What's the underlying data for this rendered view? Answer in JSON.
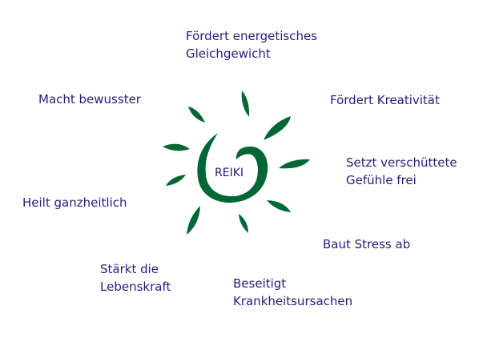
{
  "center": {
    "label": "REIKI"
  },
  "colors": {
    "symbol": "#006633",
    "text": "#2e1a7a"
  },
  "benefits": [
    {
      "id": "energy",
      "lines": [
        "Fördert energetisches",
        "Gleichgewicht"
      ]
    },
    {
      "id": "awareness",
      "lines": [
        "Macht bewusster"
      ]
    },
    {
      "id": "creativity",
      "lines": [
        "Fördert Kreativität"
      ]
    },
    {
      "id": "feelings",
      "lines": [
        "Setzt verschüttete",
        "Gefühle frei"
      ]
    },
    {
      "id": "holistic",
      "lines": [
        "Heilt ganzheitlich"
      ]
    },
    {
      "id": "stress",
      "lines": [
        "Baut Stress ab"
      ]
    },
    {
      "id": "lifeforce",
      "lines": [
        "Stärkt die",
        "Lebenskraft"
      ]
    },
    {
      "id": "causes",
      "lines": [
        "Beseitigt",
        "Krankheitsursachen"
      ]
    }
  ]
}
